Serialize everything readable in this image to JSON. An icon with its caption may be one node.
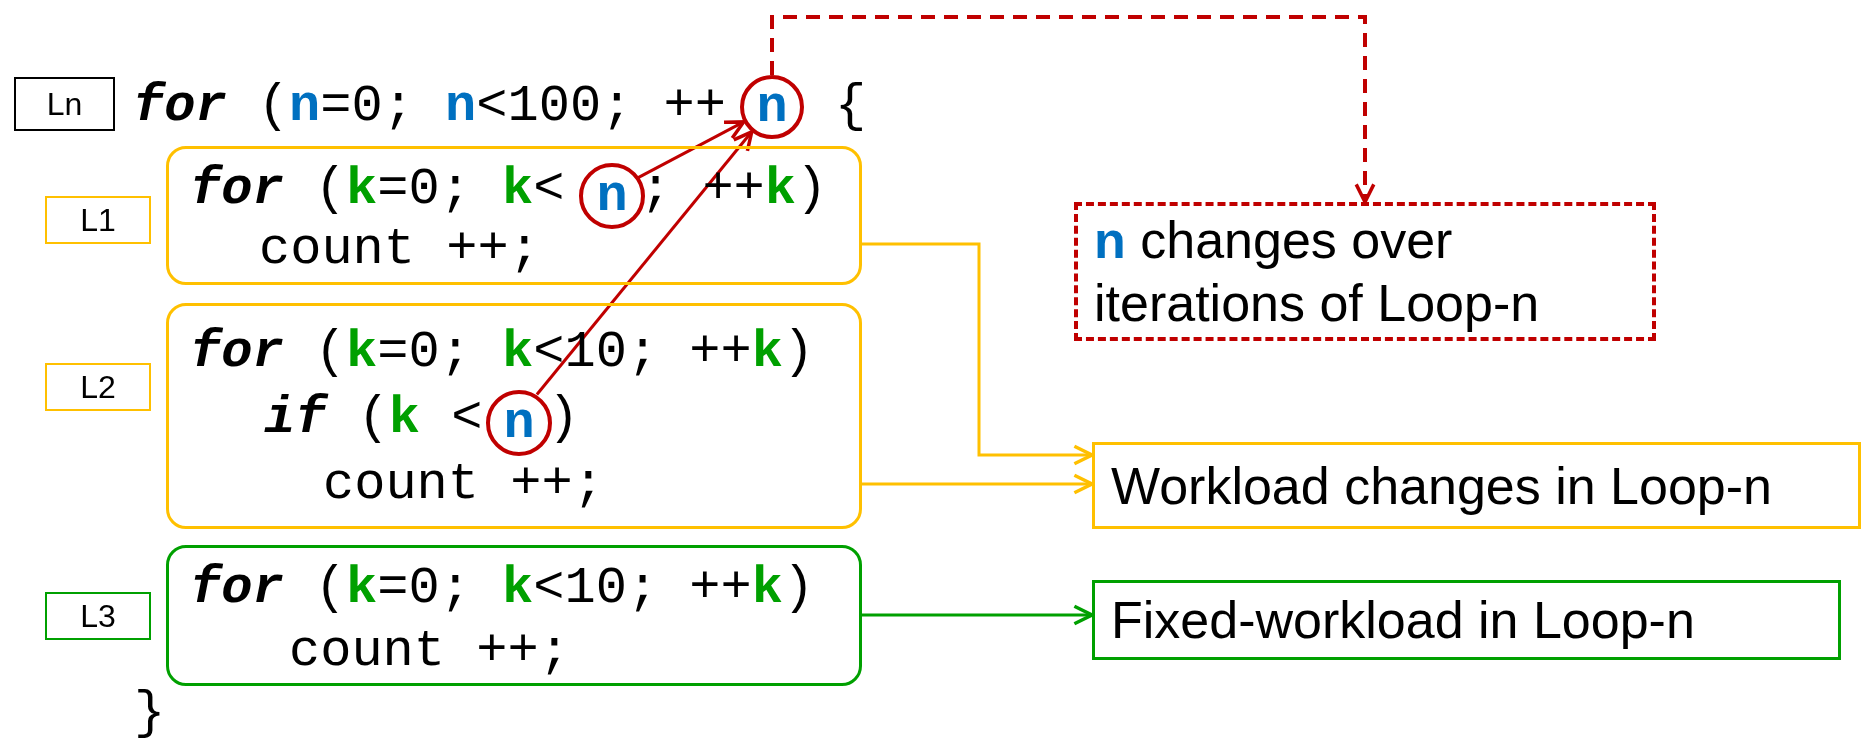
{
  "diagram": {
    "nodes": [
      {
        "text": [
          "Ln"
        ]
      },
      {
        "text": [
          "n"
        ]
      },
      {
        "text": [
          "L1"
        ]
      },
      {
        "text": [
          "*for* (**k**=0; **k**<",
          "; ++**k**)",
          "count ++;"
        ]
      },
      {
        "text": [
          "n"
        ],
        "in": 3
      },
      {
        "text": [
          "L2"
        ]
      },
      {
        "text": [
          "*for* (**k**=0; **k**<10; ++**k**)",
          "*if* (**k** <",
          ")",
          "count ++;"
        ]
      },
      {
        "text": [
          "n"
        ],
        "in": 6
      },
      {
        "text": [
          "L3"
        ]
      },
      {
        "text": [
          "*for* (**k**=0; **k**<10; ++**k**)",
          "count ++;"
        ]
      },
      {
        "text": [
          "**n** changes over iterations of Loop-n"
        ]
      },
      {
        "text": [
          "Workload changes in Loop-n"
        ]
      },
      {
        "text": [
          "Fixed-workload in Loop-n"
        ]
      }
    ],
    "edges": [
      {
        "from": 4,
        "to": 1,
        "arrow": "to",
        "color": "#c00000"
      },
      {
        "from": 7,
        "to": 1,
        "arrow": "to",
        "color": "#c00000"
      },
      {
        "from": 1,
        "to": 10,
        "arrow": "to",
        "style": "dashed",
        "color": "#c00000"
      },
      {
        "from": 3,
        "to": 11,
        "arrow": "to",
        "color": "#ffc000"
      },
      {
        "from": 6,
        "to": 11,
        "arrow": "to",
        "color": "#ffc000"
      },
      {
        "from": 9,
        "to": 12,
        "arrow": "to",
        "color": "#00a000"
      }
    ],
    "labels": [
      "*for* (**n**=0; **n**<100; ++",
      "{",
      "}"
    ]
  }
}
